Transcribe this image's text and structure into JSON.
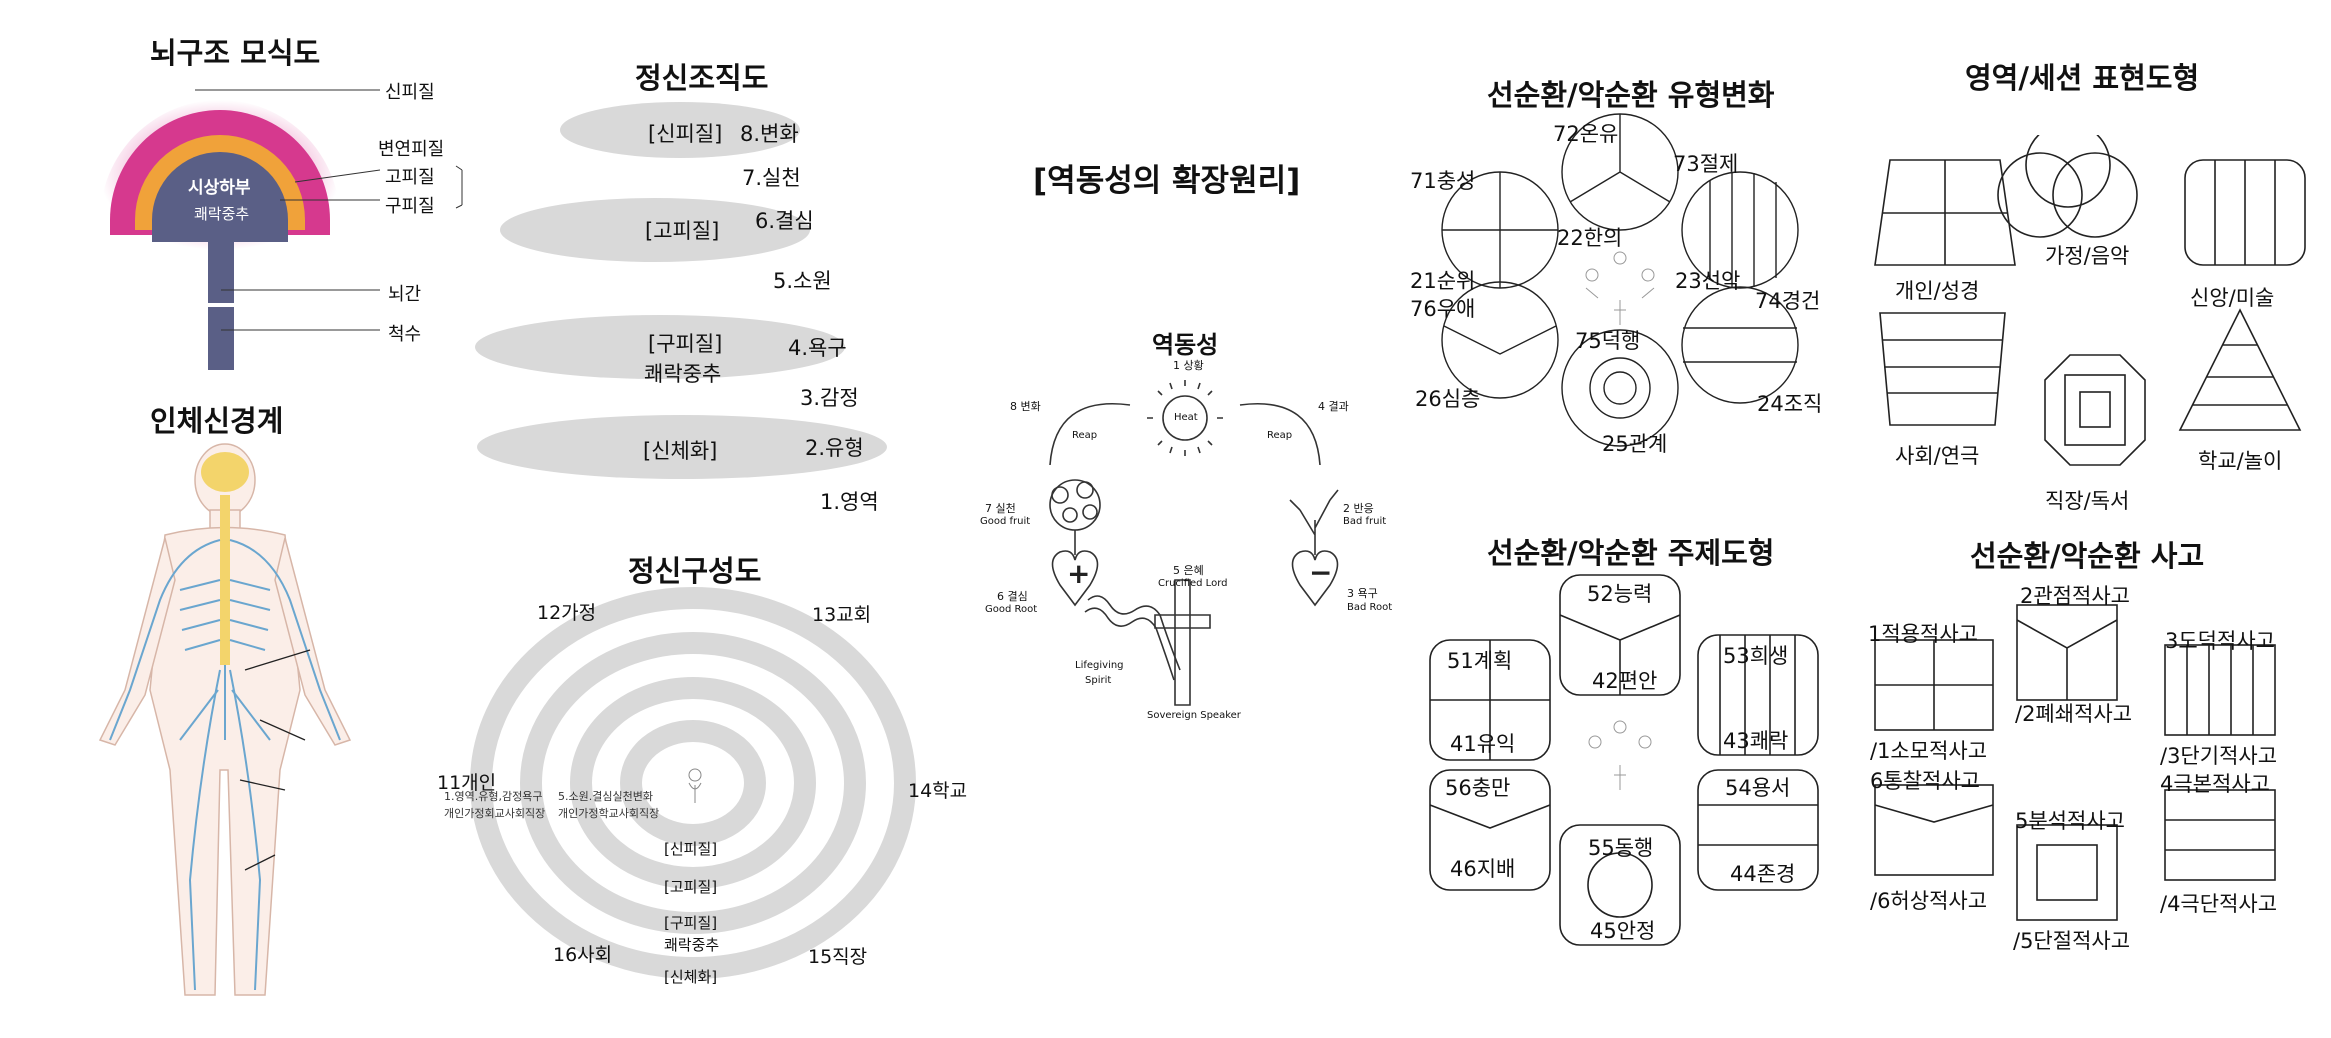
{
  "brain": {
    "title": "뇌구조 모식도",
    "labels": [
      "신피질",
      "변연피질",
      "고피질",
      "구피질",
      "뇌간",
      "척수"
    ],
    "inner": [
      "시상하부",
      "쾌락중추"
    ]
  },
  "nerve": {
    "title": "인체신경계"
  },
  "org": {
    "title": "정신조직도",
    "groups": [
      "[신피질]",
      "[고피질]",
      "[구피질]",
      "쾌락중추",
      "[신체화]"
    ],
    "items": [
      "8.변화",
      "7.실천",
      "6.결심",
      "5.소원",
      "4.욕구",
      "3.감정",
      "2.유형",
      "1.영역"
    ]
  },
  "comp": {
    "title": "정신구성도",
    "labels": [
      "12가정",
      "13교회",
      "11개인",
      "14학교",
      "16사회",
      "15직장"
    ],
    "inner_lines": [
      "1.영역.유형,감정욕구",
      "개인가정회교사회직장",
      "5.소원.결심실천변화",
      "개인가정학교사회직장"
    ],
    "layers": [
      "[신피질]",
      "[고피질]",
      "[구피질]",
      "쾌락중추",
      "[신체화]"
    ]
  },
  "dyn": {
    "title": "[역동성의 확장원리]",
    "subtitle": "역동성",
    "nodes": [
      "1 상황",
      "Heat",
      "8 변화",
      "Reap",
      "4 결과",
      "Reap",
      "7 실천",
      "Good fruit",
      "2 반응",
      "Bad fruit",
      "6 결심",
      "Good Root",
      "3 욕구",
      "Bad Root",
      "5 은혜",
      "Crucified Lord",
      "Lifegiving",
      "Spirit",
      "Sovereign Speaker"
    ]
  },
  "cycle": {
    "title": "선순환/악순환 유형변화",
    "labels": [
      "72온유",
      "71충성",
      "73절제",
      "22한의",
      "21순위",
      "76우애",
      "23선악",
      "74경건",
      "75덕행",
      "26심층",
      "24조직",
      "25관계"
    ]
  },
  "area": {
    "title": "영역/세션 표현도형",
    "labels": [
      "개인/성경",
      "가정/음악",
      "신앙/미술",
      "사회/연극",
      "직장/독서",
      "학교/놀이"
    ]
  },
  "theme": {
    "title": "선순환/악순환 주제도형",
    "labels": [
      "52능력",
      "51계획",
      "53희생",
      "42편안",
      "41유익",
      "43쾌락",
      "56충만",
      "54용서",
      "55동행",
      "46지배",
      "44존경",
      "45안정"
    ]
  },
  "think": {
    "title": "선순환/악순환 사고",
    "labels": [
      "1적용적사고",
      "2관점적사고",
      "3도덕적사고",
      "/1소모적사고",
      "/2폐쇄적사고",
      "/3단기적사고",
      "6통찰적사고",
      "5분석적사고",
      "4극본적사고",
      "/6허상적사고",
      "/5단절적사고",
      "/4극단적사고"
    ]
  },
  "colors": {
    "gray": "#d9d9d9",
    "magenta": "#d6398e",
    "orange": "#f0a23a",
    "navy": "#5a5f86",
    "nerve": "#6aa6cf"
  }
}
